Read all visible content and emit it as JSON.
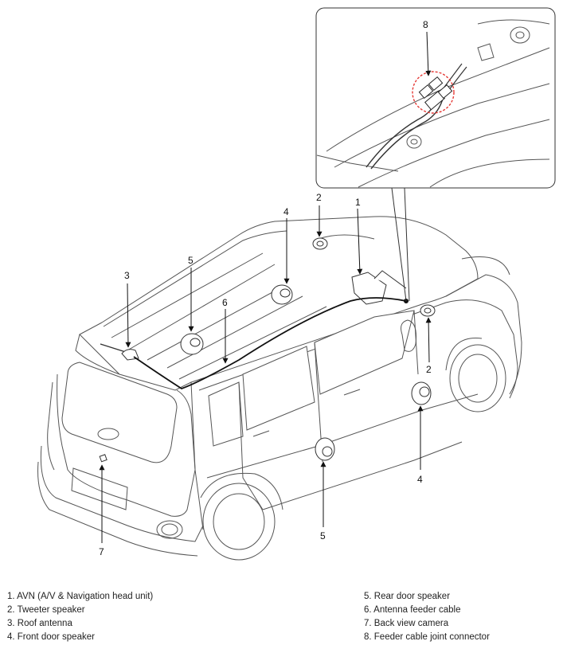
{
  "callouts": {
    "avn": "1",
    "tweeter_top": "2",
    "tweeter_right": "2",
    "roof_antenna": "3",
    "front_door_speaker_top": "4",
    "front_door_speaker_bottom": "4",
    "rear_door_speaker_top": "5",
    "rear_door_speaker_bottom": "5",
    "antenna_feeder_cable": "6",
    "back_view_camera": "7",
    "joint_connector": "8"
  },
  "legend": {
    "left": [
      "1. AVN (A/V & Navigation head unit)",
      "2. Tweeter speaker",
      "3. Roof antenna",
      "4. Front door speaker"
    ],
    "right": [
      "5. Rear door speaker",
      "6. Antenna feeder cable",
      "7. Back view camera",
      "8. Feeder cable joint connector"
    ]
  }
}
